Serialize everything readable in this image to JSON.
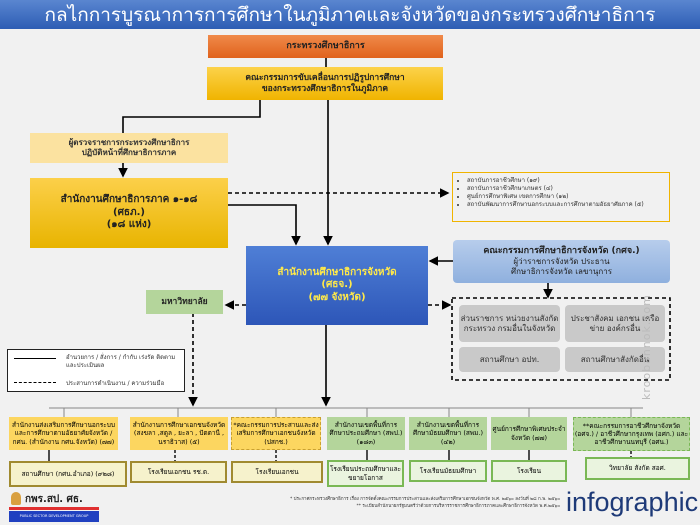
{
  "title": "กลไกการบูรณาการการศึกษาในภูมิภาคและจังหวัดของกระทรวงศึกษาธิการ",
  "moe": "กระทรวงศึกษาธิการ",
  "committee": [
    "คณะกรรมการขับเคลื่อนการปฏิรูปการศึกษา",
    "ของกระทรวงศึกษาธิการในภูมิภาค"
  ],
  "inspector": [
    "ผู้ตรวจราชการกระทรวงศึกษาธิการ",
    "ปฏิบัติหน้าที่ศึกษาธิการภาค"
  ],
  "regional": [
    "สำนักงานศึกษาธิการภาค ๑-๑๘",
    "(ศธภ.)",
    "(๑๘ แห่ง)"
  ],
  "institutes": [
    "สถาบันการอาชีวศึกษา (๑๙)",
    "สถาบันการอาชีวศึกษาเกษตร (๔)",
    "ศูนย์การศึกษาพิเศษ เขตการศึกษา (๑๒)",
    "สถาบันพัฒนาการศึกษานอกระบบและการศึกษาตามอัธยาศัยภาค (๕)"
  ],
  "provincial_committee": [
    "คณะกรรมการศึกษาธิการจังหวัด (กศจ.)",
    "ผู้ว่าราชการจังหวัด ประธาน",
    "ศึกษาธิการจังหวัด เลขานุการ"
  ],
  "provincial_office": [
    "สำนักงานศึกษาธิการจังหวัด",
    "(ศธจ.)",
    "(๗๗ จังหวัด)"
  ],
  "university": "มหาวิทยาลัย",
  "partners": [
    "ส่วนราชการ หน่วยงานสังกัดกระทรวง กรมอื่นในจังหวัด",
    "ประชาสังคม เอกชน เครือข่าย องค์กรอื่น",
    "สถานศึกษา อปท.",
    "สถานศึกษาสังกัดอื่น"
  ],
  "legend": {
    "solid": "อำนวยการ / สั่งการ / กำกับ เร่งรัด ติดตาม และประเมินผล",
    "dashed": "ประสานการดำเนินงาน / ความร่วมมือ"
  },
  "units": [
    {
      "name": "สำนักงานส่งเสริมการศึกษานอกระบบและการศึกษาตามอัธยาศัยจังหวัด / กศน. (สำนักงาน กศน.จังหวัด) (๗๗)",
      "child": "สถานศึกษา (กศน.อำเภอ) (๙๒๘)"
    },
    {
      "name": "สำนักงานการศึกษาเอกชนจังหวัด (สงขลา ,สตูล , ยะลา , ปัตตานี , นราธิวาส) (๕)",
      "child": "โรงเรียนเอกชน รช.ต."
    },
    {
      "name": "*คณะกรรมการประสานและส่งเสริมการศึกษาเอกชนจังหวัด (ปสกช.)",
      "child": "โรงเรียนเอกชน"
    },
    {
      "name": "สำนักงานเขตพื้นที่การศึกษาประถมศึกษา (สพป.) (๑๘๓)",
      "child": "โรงเรียนประถมศึกษาและขยายโอกาส"
    },
    {
      "name": "สำนักงานเขตพื้นที่การศึกษามัธยมศึกษา (สพม.) (๔๒)",
      "child": "โรงเรียนมัธยมศึกษา"
    },
    {
      "name": "ศูนย์การศึกษาพิเศษประจำจังหวัด (๗๗)",
      "child": "โรงเรียน"
    },
    {
      "name": "**คณะกรรมการอาชีวศึกษาจังหวัด (อศจ.) / อาชีวศึกษากรุงเทพ (อศก.) และ อาชีวศึกษานนทบุรี (อศน.)",
      "child": "วิทยาลัย สังกัด สอศ."
    }
  ],
  "footer": {
    "logo": "กพร.สป. ศธ.",
    "logo_sub": "PUBLIC SECTOR DEVELOPMENT GROUP",
    "notes": [
      "* ประกาศกระทรวงศึกษาธิการ เรื่อง การจัดตั้งคณะกรรมการประสานและส่งเสริมการศึกษาเอกชนจังหวัด พ.ศ. ๒๕๖๐ ลงวันที่ ๒๘ ก.พ. ๒๕๖๐",
      "** ระเบียบสำนักนายกรัฐมนตรีว่าด้วยการบริหารราชการศึกษาธิการภาคและศึกษาธิการจังหวัด พ.ศ.๒๕๖๐"
    ],
    "brand": "infographic"
  },
  "watermark": "kroobannok.com"
}
